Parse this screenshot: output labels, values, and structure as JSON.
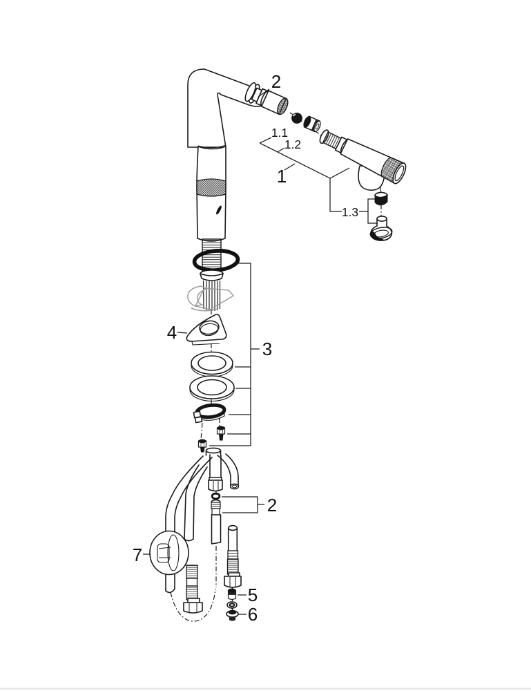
{
  "diagram": {
    "kind": "exploded-parts-diagram",
    "colors": {
      "line": "#1a1a1a",
      "dark_fill": "#161616",
      "ghost_gray": "#9b9b9b",
      "page_rule": "#e4e4e4",
      "background": "#ffffff"
    },
    "labels": {
      "two_top": "2",
      "one_one": "1.1",
      "one_two": "1.2",
      "one": "1",
      "one_three": "1.3",
      "three": "3",
      "four": "4",
      "two_bottom": "2",
      "five": "5",
      "six": "6",
      "seven": "7"
    }
  }
}
